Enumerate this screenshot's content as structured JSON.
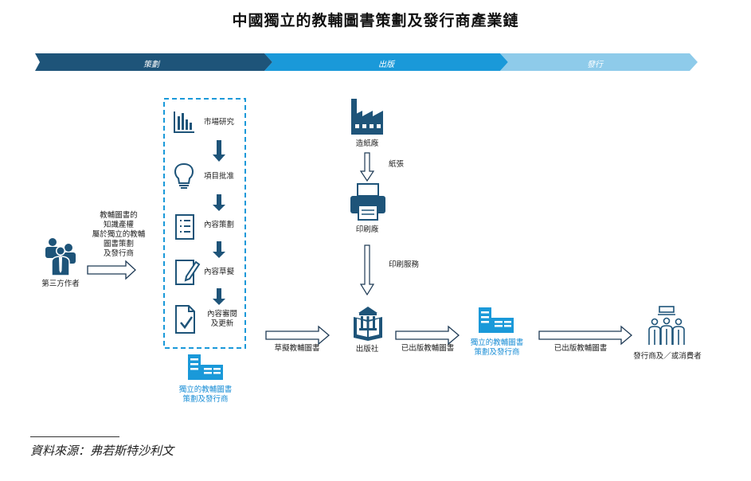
{
  "title": "中國獨立的教輔圖書策劃及發行商產業鏈",
  "colors": {
    "dark_blue": "#1e5479",
    "mid_blue": "#1a99d9",
    "light_blue": "#8ecbea",
    "accent_blue": "#1a8ed6"
  },
  "stages": [
    {
      "label": "策劃"
    },
    {
      "label": "出版"
    },
    {
      "label": "發行"
    }
  ],
  "third_party": {
    "label": "第三方作者",
    "rights_note": [
      "教輔圖書的",
      "知識產權",
      "屬於獨立的教輔",
      "圖書策劃",
      "及發行商"
    ]
  },
  "planning_steps": [
    {
      "label": [
        "市場研究"
      ],
      "icon": "bar-chart-icon"
    },
    {
      "label": [
        "項目批准"
      ],
      "icon": "lightbulb-icon"
    },
    {
      "label": [
        "內容策劃"
      ],
      "icon": "checklist-icon"
    },
    {
      "label": [
        "內容草擬"
      ],
      "icon": "pencil-icon"
    },
    {
      "label": [
        "內容審閱",
        "及更新"
      ],
      "icon": "document-check-icon"
    }
  ],
  "planner_below": [
    "獨立的教輔圖書",
    "策劃及發行商"
  ],
  "draft_book_label": "草擬教輔圖書",
  "paper_mill": "造紙廠",
  "paper": "紙張",
  "printing_factory": "印刷廠",
  "printing_service": "印刷服務",
  "publisher": "出版社",
  "published_book_1": "已出版教輔圖書",
  "planner_middle": [
    "獨立的教輔圖書",
    "策劃及發行商"
  ],
  "published_book_2": "已出版教輔圖書",
  "end_customer": "發行商及／或消費者",
  "source": "資料來源：弗若斯特沙利文"
}
